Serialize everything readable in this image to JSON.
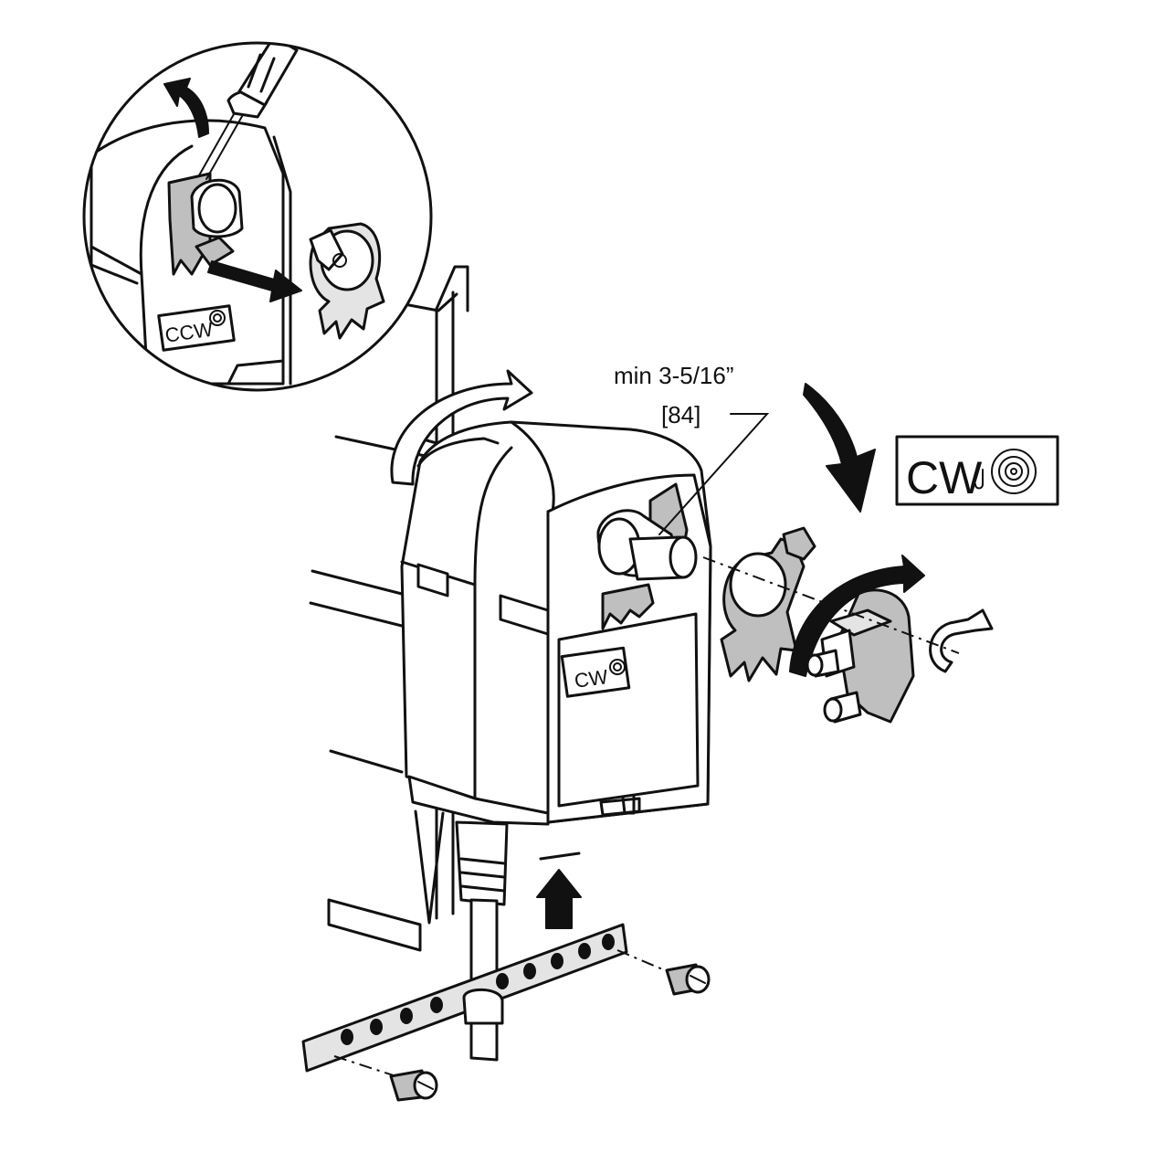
{
  "dimension": {
    "line1": "min 3-5/16”",
    "line2": "[84]"
  },
  "labels": {
    "cw_box": "CW",
    "cw_housing": "CW",
    "ccw_detail": "CCW"
  },
  "icons": {
    "spring_return": "spiral-spring-icon",
    "screwdriver": "screwdriver-icon",
    "rotation_arrow": "curved-arrow-icon",
    "push_arrow": "up-arrow-icon",
    "screw": "screw-icon"
  },
  "colors": {
    "line": "#111111",
    "fill_gray": "#bfbfbf",
    "background": "#ffffff"
  }
}
